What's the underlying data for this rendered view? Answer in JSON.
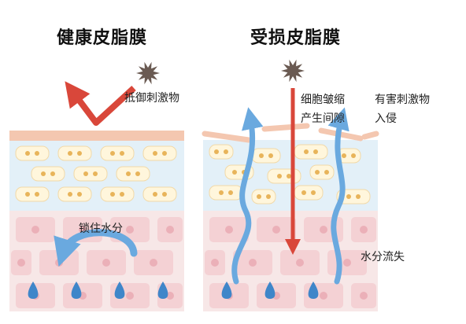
{
  "titles": {
    "healthy": "健康皮脂膜",
    "damaged": "受损皮脂膜"
  },
  "labels": {
    "resist": "抵御刺激物",
    "lock_water": "锁住水分",
    "cell_shrink_1": "细胞皱缩",
    "cell_shrink_2": "产生间隙",
    "irritant_1": "有害刺激物",
    "irritant_2": "入侵",
    "water_loss": "水分流失"
  },
  "colors": {
    "lipid_film": "#f4c7b0",
    "epidermis_bg": "#e3f0f8",
    "cell": "#fff6dc",
    "cell_dot": "#e8b45a",
    "dermis_bg": "#f7e7e7",
    "dermis_cell": "#f3c9cd",
    "blue_arrow": "#6aa9df",
    "red_arrow": "#d9473a",
    "irritant": "#6a5a52"
  },
  "icons": {
    "irritant": "irritant-icon",
    "water_drop": "water-drop-icon"
  }
}
